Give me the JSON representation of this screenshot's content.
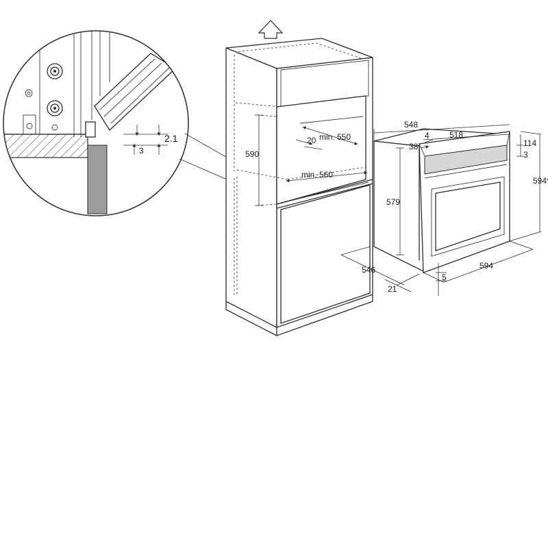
{
  "detail": {
    "dim_gap": "2.1",
    "dim_offset": "3"
  },
  "cabinet": {
    "dim_height": "590",
    "dim_depth": "min. 550",
    "dim_vent": "20",
    "dim_width": "min. 560"
  },
  "oven": {
    "dim_depth_total": "548",
    "dim_depth_body": "518",
    "dim_small_4": "4",
    "dim_small_38": "38",
    "dim_panel_114": "114",
    "dim_panel_3": "3",
    "dim_height_front": "594*",
    "dim_height_body": "579",
    "dim_width_front": "594",
    "dim_depth_base": "546",
    "dim_frame_21": "21",
    "dim_foot_5": "5"
  }
}
